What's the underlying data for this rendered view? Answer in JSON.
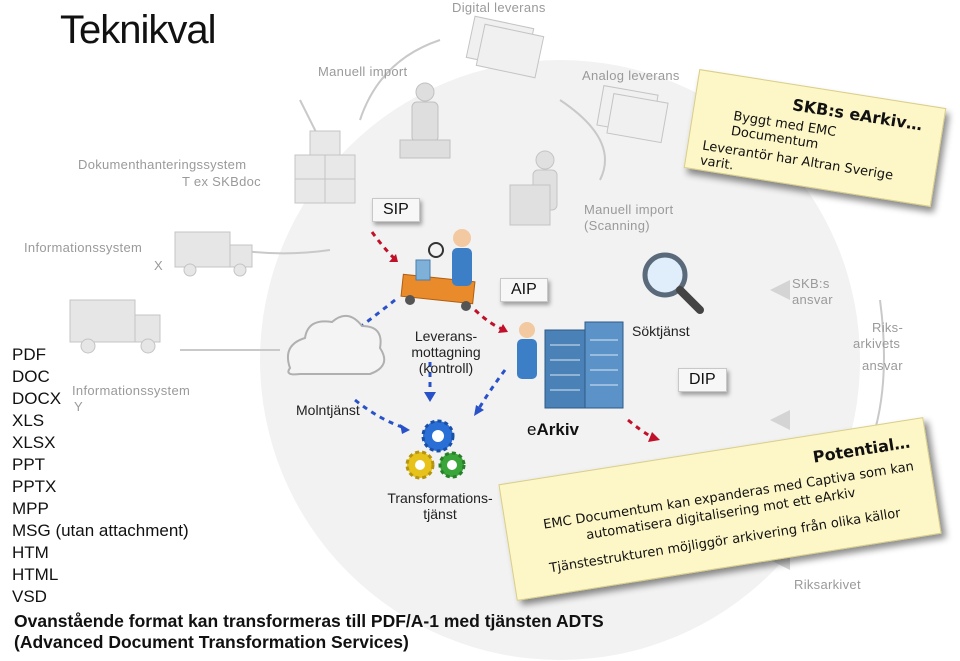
{
  "title": "Teknikval",
  "formats": [
    "PDF",
    "DOC",
    "DOCX",
    "XLS",
    "XLSX",
    "PPT",
    "PPTX",
    "MPP",
    "MSG (utan attachment)",
    "HTM",
    "HTML",
    "VSD"
  ],
  "footer": [
    "Ovanstående format kan transformeras till PDF/A-1 med tjänsten ADTS",
    "(Advanced Document Transformation Services)"
  ],
  "background_labels": {
    "digital_leverans": "Digital leverans",
    "manuell_import": "Manuell import",
    "analog_leverans": "Analog leverans",
    "dokumenthantering_1": "Dokumenthanteringssystem",
    "dokumenthantering_2": "T ex SKBdoc",
    "informationssystem_x": "Informationssystem",
    "x": "X",
    "informationssystem_y": "Informationssystem",
    "y": "Y",
    "manuell_import_scanning_1": "Manuell import",
    "manuell_import_scanning_2": "(Scanning)",
    "skbs_ansvar_1": "SKB:s",
    "skbs_ansvar_2": "ansvar",
    "riksarkivets_1": "Riks-",
    "riksarkivets_2": "arkivets",
    "riksarkivets_3": "ansvar",
    "riksarkivet": "Riksarkivet"
  },
  "labels": {
    "leverans_1": "Leverans-",
    "leverans_2": "mottagning",
    "leverans_3": "(kontroll)",
    "molntjanst": "Molntjänst",
    "transformation_1": "Transformations-",
    "transformation_2": "tjänst",
    "soktjanst": "Söktjänst",
    "earkiv_prefix": "e",
    "earkiv_main": "Arkiv"
  },
  "tags": {
    "sip": "SIP",
    "aip": "AIP",
    "dip": "DIP"
  },
  "note_skb": {
    "heading": "SKB:s eArkiv…",
    "line1": "Byggt med EMC Documentum",
    "line2": "Leverantör har Altran Sverige varit."
  },
  "note_potential": {
    "heading": "Potential…",
    "line1": "EMC Documentum kan expanderas med Captiva som kan",
    "line2": "automatisera digitalisering mot ett eArkiv",
    "line3": "Tjänstestrukturen möjliggör arkivering från olika källor"
  },
  "colors": {
    "arrow_red": "#c0102a",
    "arrow_blue": "#2a52c8",
    "note_bg": "#fdf6c6",
    "gear_blue": "#2a6fd6",
    "gear_yellow": "#e6c21a",
    "gear_green": "#3aa63a"
  }
}
